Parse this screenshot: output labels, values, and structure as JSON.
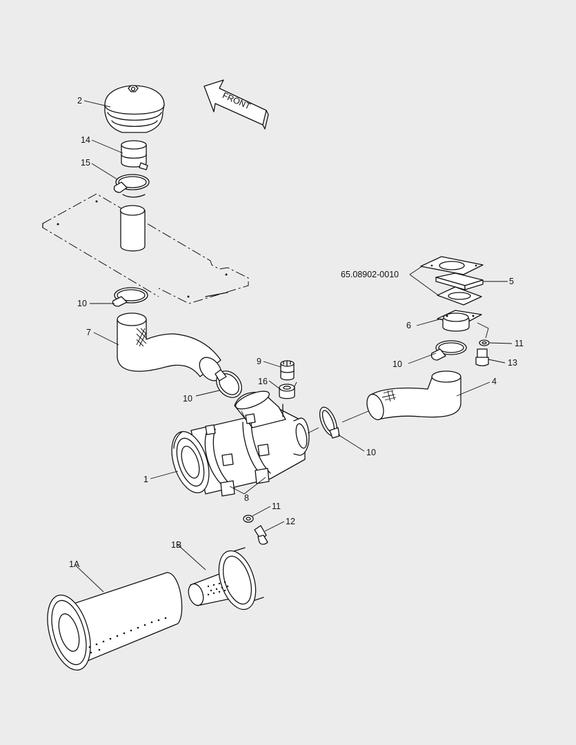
{
  "direction_arrow": {
    "label": "FRONT"
  },
  "callouts": {
    "c2": "2",
    "c14": "14",
    "c15": "15",
    "c10a": "10",
    "c7": "7",
    "c10b": "10",
    "c9": "9",
    "c16": "16",
    "c1": "1",
    "c8": "8",
    "c11b": "11",
    "c12": "12",
    "c10c": "10",
    "c4": "4",
    "c10d": "10",
    "c6": "6",
    "c5": "5",
    "c11a": "11",
    "c13": "13",
    "c_part": "65.08902-0010",
    "c1B": "1B",
    "c1A": "1A"
  }
}
